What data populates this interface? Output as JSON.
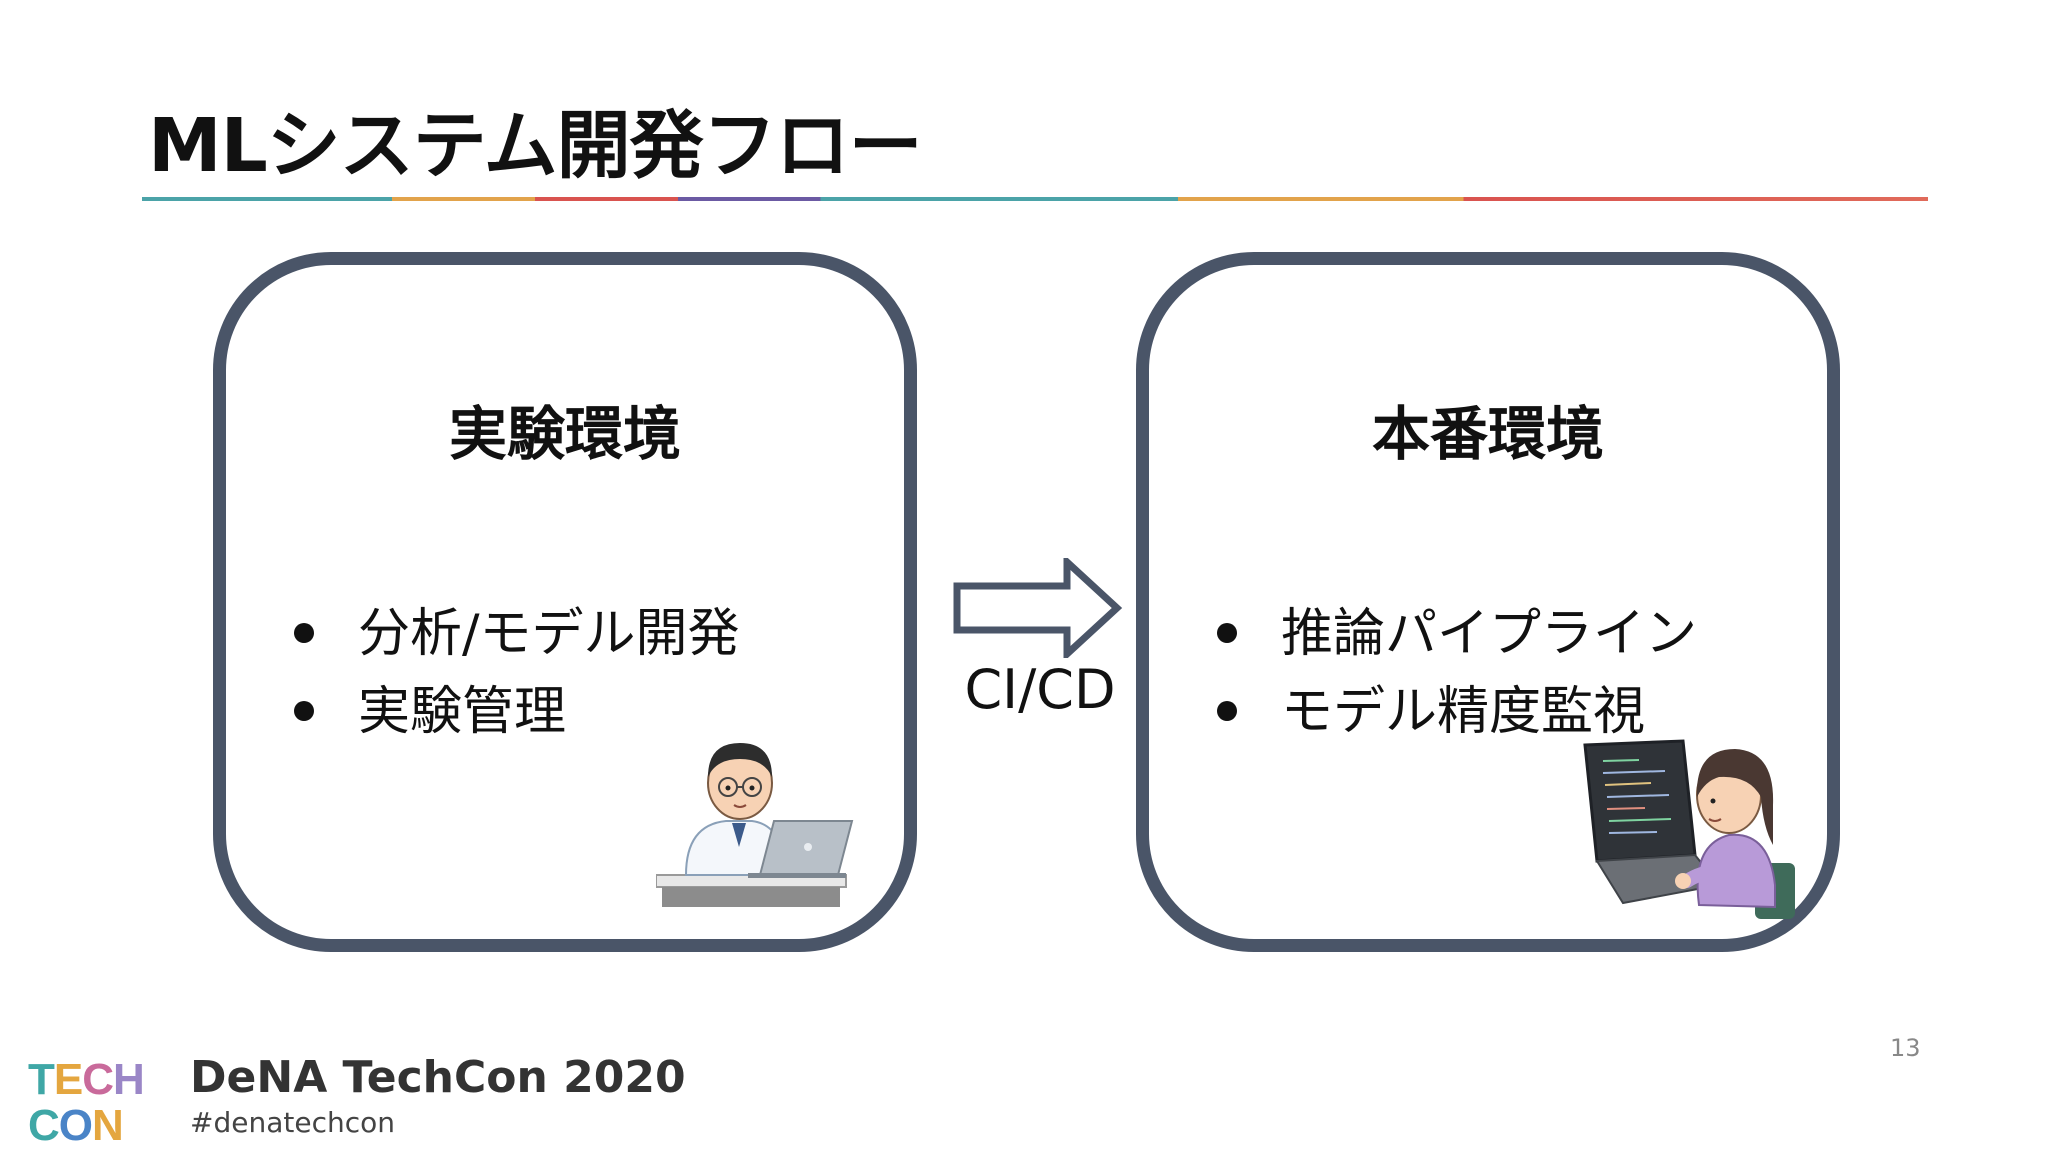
{
  "slide": {
    "title": "MLシステム開発フロー",
    "page_number": "13"
  },
  "environments": [
    {
      "title": "実験環境",
      "items": [
        "分析/モデル開発",
        "実験管理"
      ],
      "illustration": "scientist-at-laptop-illustration"
    },
    {
      "title": "本番環境",
      "items": [
        "推論パイプライン",
        "モデル精度監視"
      ],
      "illustration": "programmer-at-laptop-illustration"
    }
  ],
  "flow": {
    "label": "CI/CD",
    "icon": "right-arrow-icon"
  },
  "footer": {
    "logo_line1": "TECH",
    "logo_line2": "CON",
    "event": "DeNA TechCon 2020",
    "hashtag": "#denatechcon"
  },
  "colors": {
    "box_border": "#4a5568",
    "text": "#111111"
  }
}
